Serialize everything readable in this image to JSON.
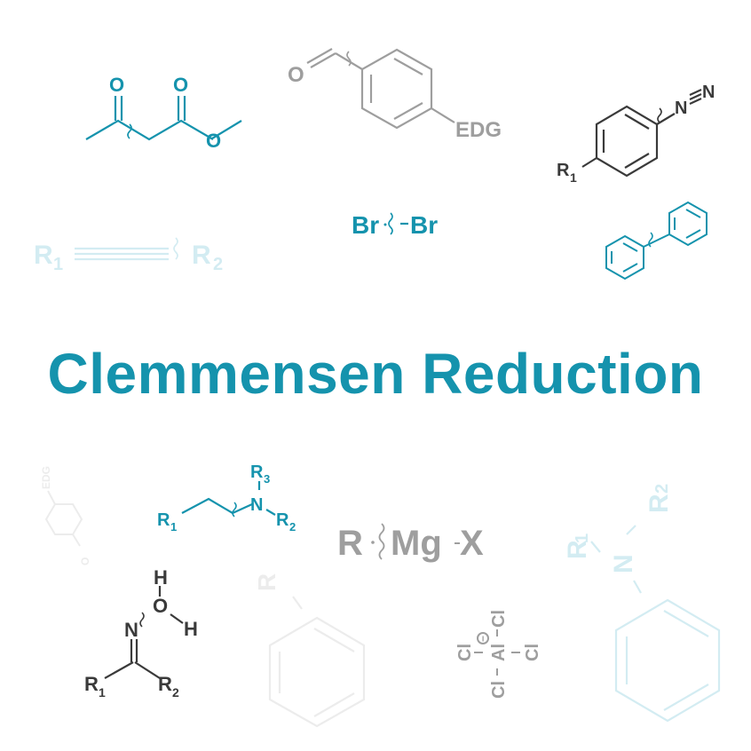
{
  "title": "Clemmensen Reduction",
  "colors": {
    "teal": "#1593ad",
    "gray": "#9e9e9e",
    "dark": "#3a3a3a",
    "faint_teal": "#d3ecf2",
    "faint_gray": "#ececec"
  },
  "molecules": {
    "ketoester": {
      "o1": "O",
      "o2": "O",
      "o3": "O"
    },
    "aldehyde": {
      "o": "O",
      "edg": "EDG"
    },
    "diazonium": {
      "n1": "N",
      "n2": "N",
      "r": "R",
      "sub": "1"
    },
    "alkyne": {
      "r1": "R",
      "sub1": "1",
      "r2": "R",
      "sub2": "2"
    },
    "bromine": {
      "br1": "Br",
      "br2": "Br"
    },
    "amine": {
      "r1": "R",
      "sub1": "1",
      "n": "N",
      "r2": "R",
      "sub2": "2",
      "r3": "R",
      "sub3": "3"
    },
    "grignard": {
      "r": "R",
      "mg": "Mg",
      "x": "X"
    },
    "oxime": {
      "h1": "H",
      "o": "O",
      "h2": "H",
      "n": "N",
      "r1": "R",
      "sub1": "1",
      "r2": "R",
      "sub2": "2"
    },
    "aluminate": {
      "cl1": "Cl",
      "cl2": "Cl",
      "cl3": "Cl",
      "cl4": "Cl",
      "al": "Al",
      "charge": "−"
    },
    "faint_aldehyde": {
      "o": "O",
      "edg": "EDG"
    },
    "faint_aryl": {
      "r": "R"
    },
    "faint_aniline": {
      "r1": "R",
      "sub1": "1",
      "n": "N",
      "r2": "R",
      "sub2": "2"
    }
  }
}
